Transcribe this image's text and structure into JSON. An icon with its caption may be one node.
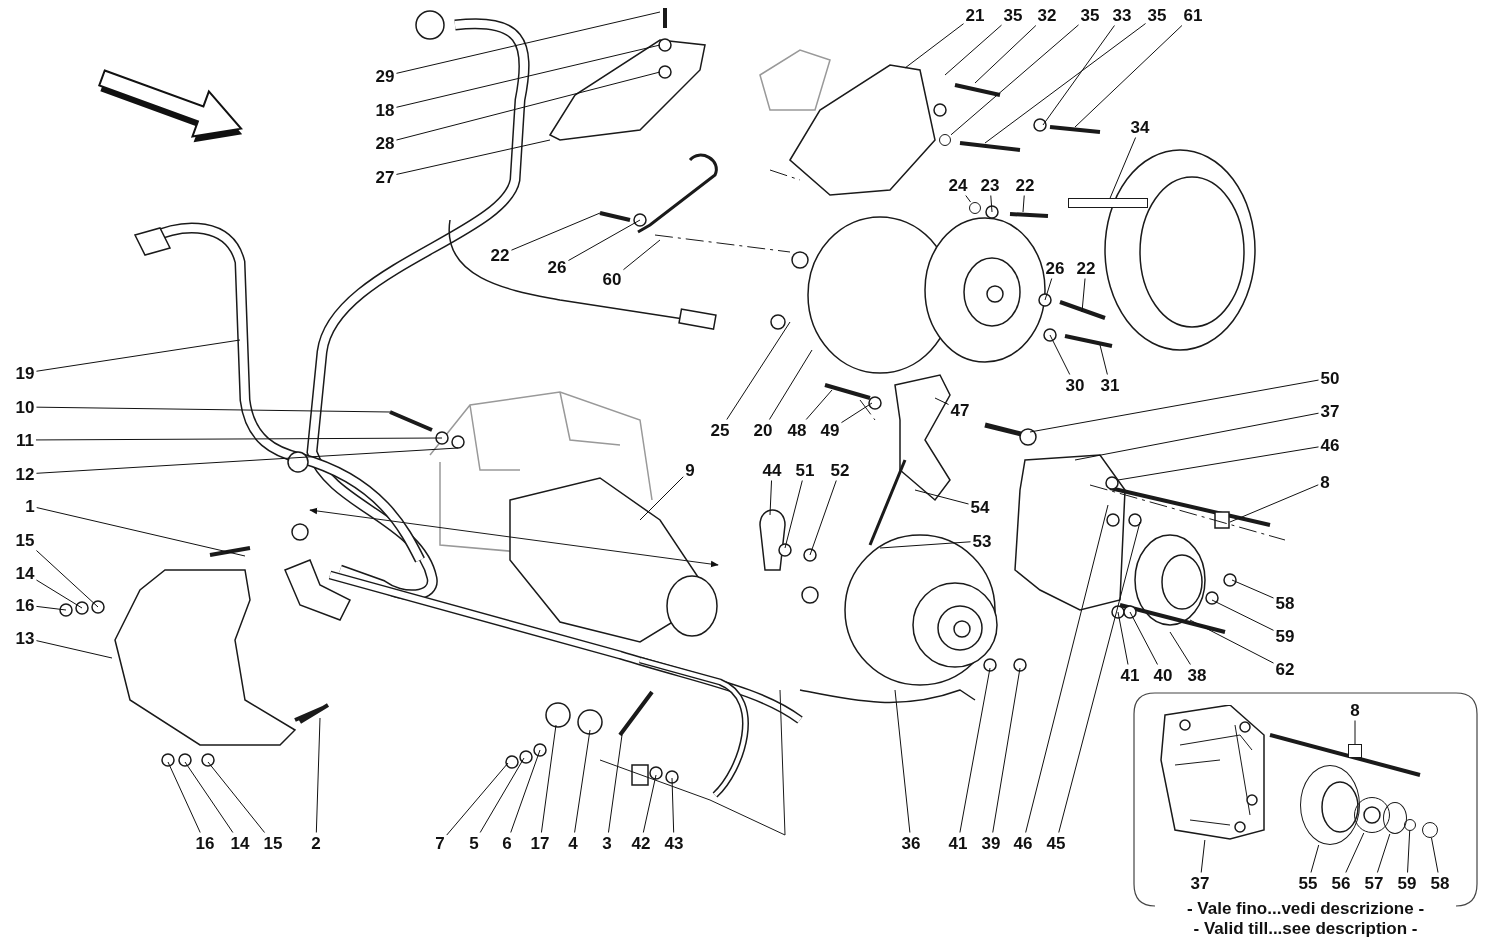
{
  "diagram": {
    "nodes": [
      {
        "text": [
          "29"
        ]
      },
      {
        "text": [
          "18"
        ]
      },
      {
        "text": [
          "28"
        ]
      },
      {
        "text": [
          "27"
        ]
      },
      {
        "text": [
          "21"
        ]
      },
      {
        "text": [
          "35"
        ]
      },
      {
        "text": [
          "32"
        ]
      },
      {
        "text": [
          "35"
        ]
      },
      {
        "text": [
          "33"
        ]
      },
      {
        "text": [
          "35"
        ]
      },
      {
        "text": [
          "61"
        ]
      },
      {
        "text": [
          "34"
        ]
      },
      {
        "text": [
          "24"
        ]
      },
      {
        "text": [
          "23"
        ]
      },
      {
        "text": [
          "22"
        ]
      },
      {
        "text": [
          "22"
        ]
      },
      {
        "text": [
          "26"
        ]
      },
      {
        "text": [
          "60"
        ]
      },
      {
        "text": [
          "26"
        ]
      },
      {
        "text": [
          "22"
        ]
      },
      {
        "text": [
          "19"
        ]
      },
      {
        "text": [
          "50"
        ]
      },
      {
        "text": [
          "30"
        ]
      },
      {
        "text": [
          "31"
        ]
      },
      {
        "text": [
          "10"
        ]
      },
      {
        "text": [
          "37"
        ]
      },
      {
        "text": [
          "47"
        ]
      },
      {
        "text": [
          "25"
        ]
      },
      {
        "text": [
          "20"
        ]
      },
      {
        "text": [
          "48"
        ]
      },
      {
        "text": [
          "49"
        ]
      },
      {
        "text": [
          "11"
        ]
      },
      {
        "text": [
          "46"
        ]
      },
      {
        "text": [
          "12"
        ]
      },
      {
        "text": [
          "9"
        ]
      },
      {
        "text": [
          "44"
        ]
      },
      {
        "text": [
          "51"
        ]
      },
      {
        "text": [
          "52"
        ]
      },
      {
        "text": [
          "8"
        ]
      },
      {
        "text": [
          "1"
        ]
      },
      {
        "text": [
          "54"
        ]
      },
      {
        "text": [
          "15"
        ]
      },
      {
        "text": [
          "53"
        ]
      },
      {
        "text": [
          "14"
        ]
      },
      {
        "text": [
          "58"
        ]
      },
      {
        "text": [
          "16"
        ]
      },
      {
        "text": [
          "59"
        ]
      },
      {
        "text": [
          "13"
        ]
      },
      {
        "text": [
          "62"
        ]
      },
      {
        "text": [
          "41"
        ]
      },
      {
        "text": [
          "40"
        ]
      },
      {
        "text": [
          "38"
        ]
      },
      {
        "text": [
          "16"
        ]
      },
      {
        "text": [
          "14"
        ]
      },
      {
        "text": [
          "15"
        ]
      },
      {
        "text": [
          "2"
        ]
      },
      {
        "text": [
          "7"
        ]
      },
      {
        "text": [
          "5"
        ]
      },
      {
        "text": [
          "6"
        ]
      },
      {
        "text": [
          "17"
        ]
      },
      {
        "text": [
          "4"
        ]
      },
      {
        "text": [
          "3"
        ]
      },
      {
        "text": [
          "42"
        ]
      },
      {
        "text": [
          "43"
        ]
      },
      {
        "text": [
          "36"
        ]
      },
      {
        "text": [
          "41"
        ]
      },
      {
        "text": [
          "39"
        ]
      },
      {
        "text": [
          "46"
        ]
      },
      {
        "text": [
          "45"
        ]
      },
      {
        "text": [
          "- Vale fino...vedi descrizione -",
          "- Valid till...see description -"
        ]
      },
      {
        "text": [
          "8"
        ],
        "in": 69
      },
      {
        "text": [
          "37"
        ],
        "in": 69
      },
      {
        "text": [
          "55"
        ],
        "in": 69
      },
      {
        "text": [
          "56"
        ],
        "in": 69
      },
      {
        "text": [
          "57"
        ],
        "in": 69
      },
      {
        "text": [
          "59"
        ],
        "in": 69
      },
      {
        "text": [
          "58"
        ],
        "in": 69
      },
      {
        "text": [],
        "shape": "circle"
      },
      {
        "text": [],
        "shape": "bar"
      },
      {
        "text": [],
        "shape": "circle"
      },
      {
        "text": [],
        "shape": "picture",
        "in": 69
      },
      {
        "text": [],
        "shape": "circle",
        "in": 69
      },
      {
        "text": [],
        "shape": "circle",
        "in": 69
      },
      {
        "text": [],
        "shape": "circle",
        "in": 69
      },
      {
        "text": [],
        "shape": "circle",
        "in": 69
      },
      {
        "text": [],
        "shape": "circle",
        "in": 69
      },
      {
        "text": [],
        "shape": "box",
        "in": 69
      }
    ],
    "edges": [
      {
        "from": 0,
        "to": null,
        "arrow": "none"
      },
      {
        "from": 1,
        "to": null,
        "arrow": "none"
      },
      {
        "from": 2,
        "to": null,
        "arrow": "none"
      },
      {
        "from": 3,
        "to": null,
        "arrow": "none"
      },
      {
        "from": 4,
        "to": null,
        "arrow": "none"
      },
      {
        "from": 5,
        "to": null,
        "arrow": "none"
      },
      {
        "from": 6,
        "to": null,
        "arrow": "none"
      },
      {
        "from": 7,
        "to": 77,
        "arrow": "none"
      },
      {
        "from": 8,
        "to": null,
        "arrow": "none"
      },
      {
        "from": 9,
        "to": null,
        "arrow": "none"
      },
      {
        "from": 10,
        "to": null,
        "arrow": "none"
      },
      {
        "from": 11,
        "to": 78,
        "arrow": "none"
      },
      {
        "from": 12,
        "to": 79,
        "arrow": "none"
      },
      {
        "from": 13,
        "to": null,
        "arrow": "none"
      },
      {
        "from": 14,
        "to": null,
        "arrow": "none"
      },
      {
        "from": 15,
        "to": null,
        "arrow": "none"
      },
      {
        "from": 16,
        "to": null,
        "arrow": "none"
      },
      {
        "from": 17,
        "to": null,
        "arrow": "none"
      },
      {
        "from": 18,
        "to": null,
        "arrow": "none"
      },
      {
        "from": 19,
        "to": null,
        "arrow": "none"
      },
      {
        "from": 20,
        "to": null,
        "arrow": "none"
      },
      {
        "from": 21,
        "to": null,
        "arrow": "none"
      },
      {
        "from": 22,
        "to": null,
        "arrow": "none"
      },
      {
        "from": 23,
        "to": null,
        "arrow": "none"
      },
      {
        "from": 24,
        "to": null,
        "arrow": "none"
      },
      {
        "from": 25,
        "to": null,
        "arrow": "none"
      },
      {
        "from": 26,
        "to": null,
        "arrow": "none"
      },
      {
        "from": 27,
        "to": null,
        "arrow": "none"
      },
      {
        "from": 28,
        "to": null,
        "arrow": "none"
      },
      {
        "from": 29,
        "to": null,
        "arrow": "none"
      },
      {
        "from": 30,
        "to": null,
        "arrow": "none"
      },
      {
        "from": 31,
        "to": null,
        "arrow": "none"
      },
      {
        "from": 32,
        "to": null,
        "arrow": "none"
      },
      {
        "from": 33,
        "to": null,
        "arrow": "none"
      },
      {
        "from": 34,
        "to": null,
        "arrow": "none"
      },
      {
        "from": 35,
        "to": null,
        "arrow": "none"
      },
      {
        "from": 36,
        "to": null,
        "arrow": "none"
      },
      {
        "from": 37,
        "to": null,
        "arrow": "none"
      },
      {
        "from": 38,
        "to": null,
        "arrow": "none"
      },
      {
        "from": 39,
        "to": null,
        "arrow": "none"
      },
      {
        "from": 40,
        "to": null,
        "arrow": "none"
      },
      {
        "from": 41,
        "to": null,
        "arrow": "none"
      },
      {
        "from": 42,
        "to": null,
        "arrow": "none"
      },
      {
        "from": 43,
        "to": null,
        "arrow": "none"
      },
      {
        "from": 44,
        "to": null,
        "arrow": "none"
      },
      {
        "from": 45,
        "to": null,
        "arrow": "none"
      },
      {
        "from": 46,
        "to": null,
        "arrow": "none"
      },
      {
        "from": 47,
        "to": null,
        "arrow": "none"
      },
      {
        "from": 48,
        "to": null,
        "arrow": "none"
      },
      {
        "from": 49,
        "to": null,
        "arrow": "none"
      },
      {
        "from": 50,
        "to": null,
        "arrow": "none"
      },
      {
        "from": 51,
        "to": null,
        "arrow": "none"
      },
      {
        "from": 52,
        "to": null,
        "arrow": "none"
      },
      {
        "from": 53,
        "to": null,
        "arrow": "none"
      },
      {
        "from": 54,
        "to": null,
        "arrow": "none"
      },
      {
        "from": 55,
        "to": null,
        "arrow": "none"
      },
      {
        "from": 56,
        "to": null,
        "arrow": "none"
      },
      {
        "from": 57,
        "to": null,
        "arrow": "none"
      },
      {
        "from": 58,
        "to": null,
        "arrow": "none"
      },
      {
        "from": 59,
        "to": null,
        "arrow": "none"
      },
      {
        "from": 60,
        "to": null,
        "arrow": "none"
      },
      {
        "from": 61,
        "to": null,
        "arrow": "none"
      },
      {
        "from": 62,
        "to": null,
        "arrow": "none"
      },
      {
        "from": 63,
        "to": null,
        "arrow": "none"
      },
      {
        "from": 64,
        "to": null,
        "arrow": "none"
      },
      {
        "from": 65,
        "to": null,
        "arrow": "none"
      },
      {
        "from": 66,
        "to": null,
        "arrow": "none"
      },
      {
        "from": 67,
        "to": null,
        "arrow": "none"
      },
      {
        "from": 68,
        "to": null,
        "arrow": "none"
      },
      {
        "from": 70,
        "to": 86,
        "arrow": "none"
      },
      {
        "from": 71,
        "to": 80,
        "arrow": "none"
      },
      {
        "from": 72,
        "to": 81,
        "arrow": "none"
      },
      {
        "from": 73,
        "to": 82,
        "arrow": "none"
      },
      {
        "from": 74,
        "to": 83,
        "arrow": "none"
      },
      {
        "from": 75,
        "to": 84,
        "arrow": "none"
      },
      {
        "from": 76,
        "to": 85,
        "arrow": "none"
      }
    ]
  }
}
